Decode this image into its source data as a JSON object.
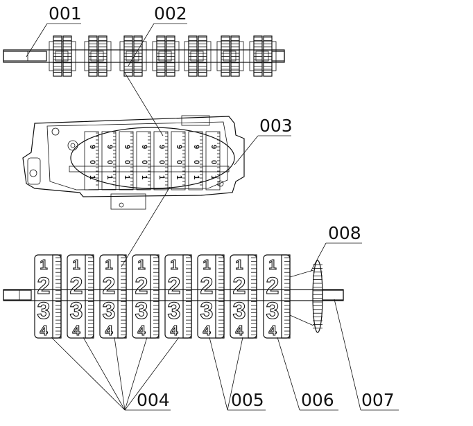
{
  "diagram": {
    "callouts": [
      {
        "id": "001",
        "label": "001"
      },
      {
        "id": "002",
        "label": "002"
      },
      {
        "id": "003",
        "label": "003"
      },
      {
        "id": "004",
        "label": "004"
      },
      {
        "id": "005",
        "label": "005"
      },
      {
        "id": "006",
        "label": "006"
      },
      {
        "id": "007",
        "label": "007"
      },
      {
        "id": "008",
        "label": "008"
      }
    ],
    "wheel_digits": [
      "1",
      "2",
      "3",
      "4"
    ],
    "housing_digits": [
      "9",
      "0",
      "1"
    ],
    "colors": {
      "line": "#111111",
      "background": "#ffffff"
    }
  }
}
